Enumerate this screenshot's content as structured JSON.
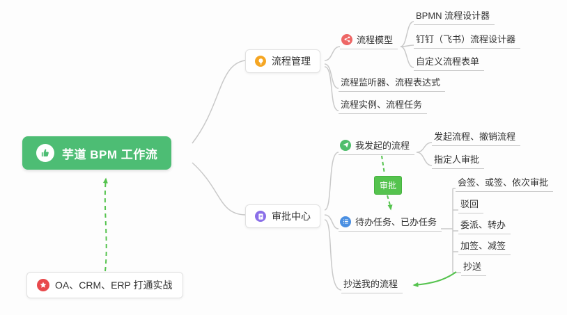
{
  "mindmap": {
    "root": {
      "label": "芋道 BPM 工作流"
    },
    "process_mgmt": {
      "label": "流程管理",
      "model": {
        "label": "流程模型",
        "children": [
          "BPMN 流程设计器",
          "钉钉（飞书）流程设计器",
          "自定义流程表单"
        ]
      },
      "listener_label": "流程监听器、流程表达式",
      "instance_label": "流程实例、流程任务"
    },
    "approval_center": {
      "label": "审批中心",
      "my_initiated": {
        "label": "我发起的流程",
        "children": [
          "发起流程、撤销流程",
          "指定人审批"
        ]
      },
      "approval_badge": "审批",
      "todo": {
        "label": "待办任务、已办任务",
        "children": [
          "会签、或签、依次审批",
          "驳回",
          "委派、转办",
          "加签、减签",
          "抄送"
        ]
      },
      "cc_label": "抄送我的流程"
    },
    "practice": {
      "label": "OA、CRM、ERP 打通实战"
    }
  },
  "colors": {
    "root_green": "#4dbd74",
    "badge_green": "#55c34e",
    "arrow_green": "#55c34e",
    "connector_gray": "#c9c9c9",
    "icon_orange": "#f5a623",
    "icon_red": "#ee6766",
    "icon_purple": "#8a6fe8",
    "icon_green": "#4fbe6c",
    "icon_blue": "#4a8fe2",
    "icon_star_red": "#e8494c"
  }
}
